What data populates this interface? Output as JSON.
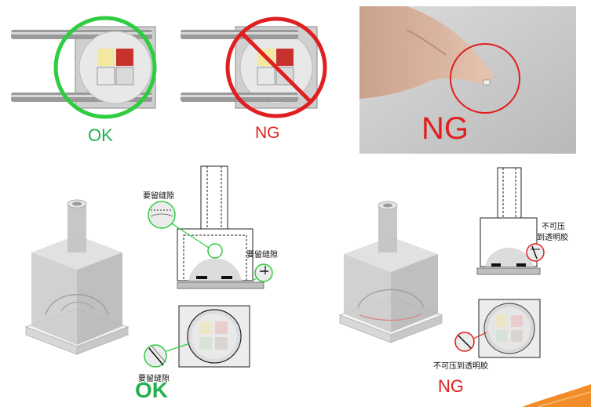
{
  "top": {
    "ok_label": "OK",
    "ng_label": "NG",
    "photo_ng_label": "NG"
  },
  "bottom": {
    "ok_label": "OK",
    "ng_label": "NG",
    "gap_note_1": "要留缝隙",
    "gap_note_2": "要留缝隙",
    "gap_note_3": "要留缝隙",
    "press_note_line1": "不可压",
    "press_note_line2": "到透明胶",
    "press_note_full": "不可压到透明胶"
  },
  "colors": {
    "ok": "#22b14c",
    "ng": "#e02020",
    "accent": "#f28c28"
  },
  "icons": [
    "ok-circle-icon",
    "prohibited-icon",
    "magnifier-circle-icon"
  ]
}
